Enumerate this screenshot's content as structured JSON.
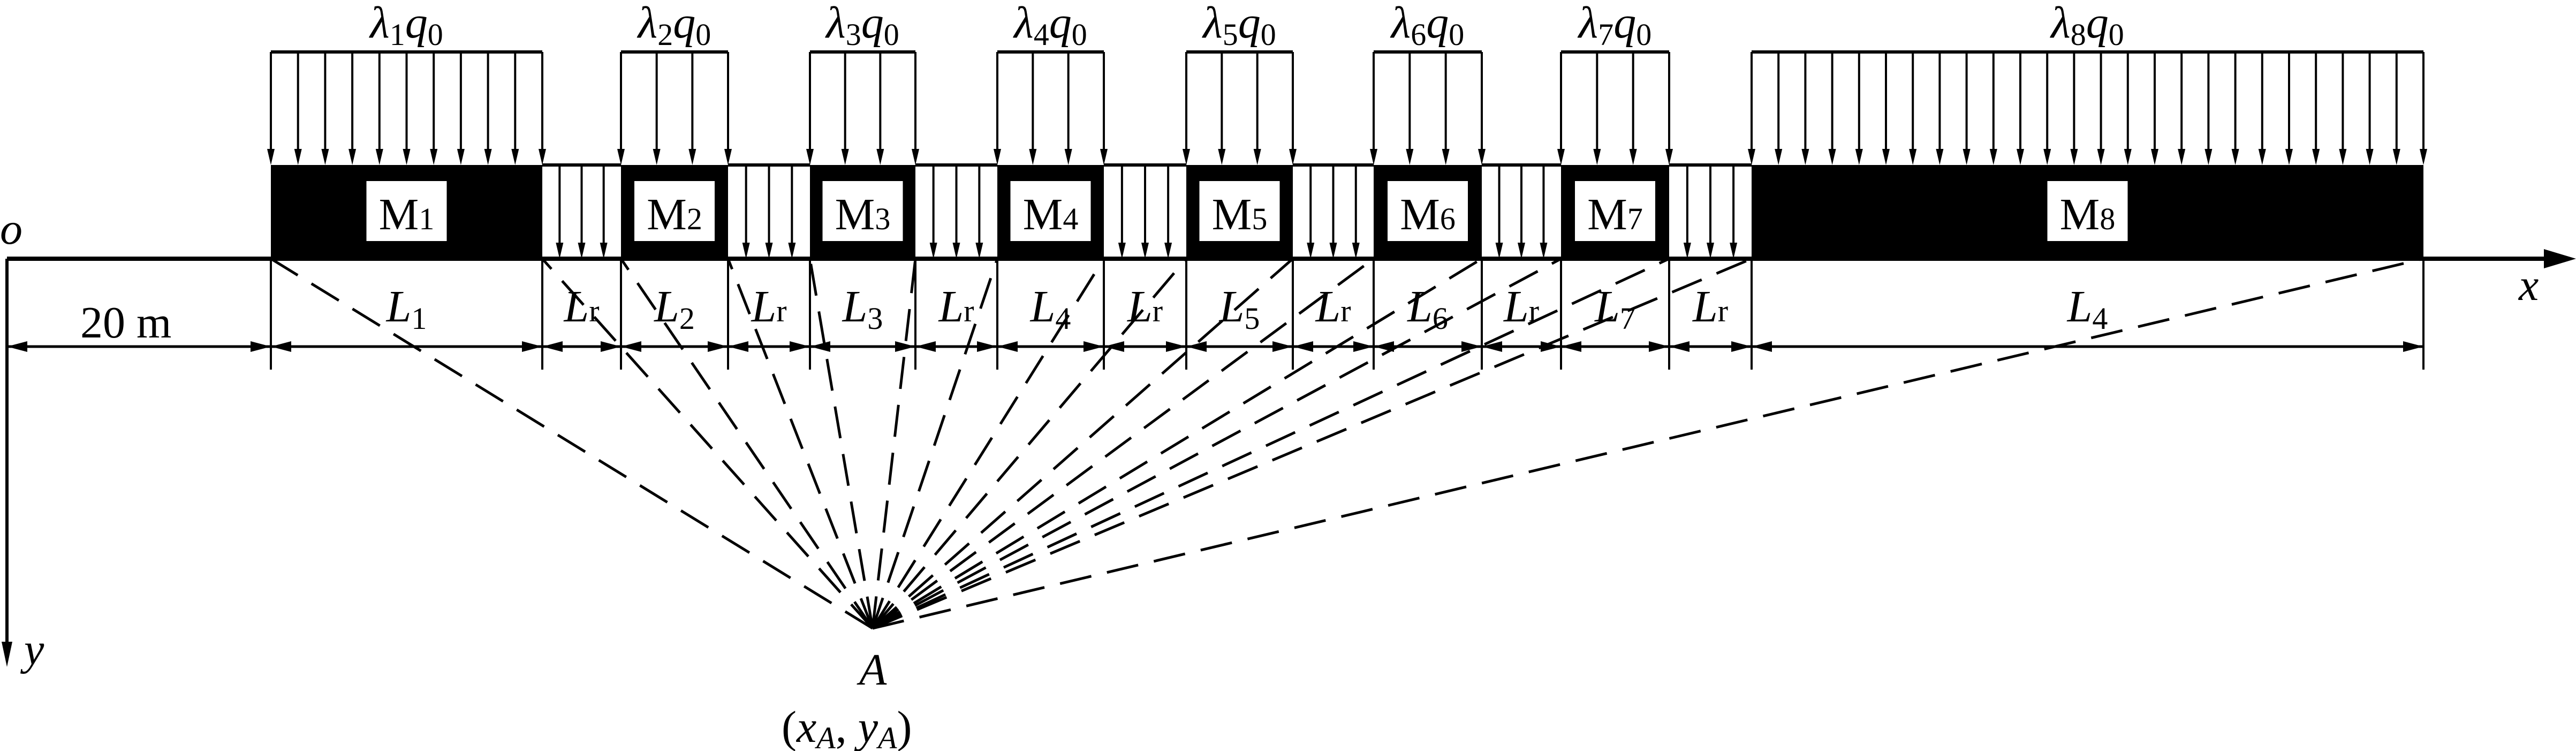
{
  "diagram": {
    "origin_label": "o",
    "x_axis_label": "x",
    "y_axis_label": "y",
    "offset_label": "20 m",
    "point": {
      "name": "A",
      "coords_label": [
        "x",
        "A",
        "y",
        "A"
      ]
    },
    "line_color": "#000000",
    "block_color": "#000000",
    "background": "#ffffff",
    "blocks": [
      {
        "name": "M",
        "index": "1",
        "load_symbol": "λ",
        "load_index": "1",
        "load_suffix": "q",
        "load_suffix_index": "0",
        "length_label": "L",
        "length_index": "1",
        "arrows": 11
      },
      {
        "name": "M",
        "index": "2",
        "load_symbol": "λ",
        "load_index": "2",
        "load_suffix": "q",
        "load_suffix_index": "0",
        "length_label": "L",
        "length_index": "2",
        "arrows": 4
      },
      {
        "name": "M",
        "index": "3",
        "load_symbol": "λ",
        "load_index": "3",
        "load_suffix": "q",
        "load_suffix_index": "0",
        "length_label": "L",
        "length_index": "3",
        "arrows": 4
      },
      {
        "name": "M",
        "index": "4",
        "load_symbol": "λ",
        "load_index": "4",
        "load_suffix": "q",
        "load_suffix_index": "0",
        "length_label": "L",
        "length_index": "4",
        "arrows": 4
      },
      {
        "name": "M",
        "index": "5",
        "load_symbol": "λ",
        "load_index": "5",
        "load_suffix": "q",
        "load_suffix_index": "0",
        "length_label": "L",
        "length_index": "5",
        "arrows": 4
      },
      {
        "name": "M",
        "index": "6",
        "load_symbol": "λ",
        "load_index": "6",
        "load_suffix": "q",
        "load_suffix_index": "0",
        "length_label": "L",
        "length_index": "6",
        "arrows": 4
      },
      {
        "name": "M",
        "index": "7",
        "load_symbol": "λ",
        "load_index": "7",
        "load_suffix": "q",
        "load_suffix_index": "0",
        "length_label": "L",
        "length_index": "7",
        "arrows": 4
      },
      {
        "name": "M",
        "index": "8",
        "load_symbol": "λ",
        "load_index": "8",
        "load_suffix": "q",
        "load_suffix_index": "0",
        "length_label": "L",
        "length_index": "4",
        "arrows": 26
      }
    ],
    "gap": {
      "length_label": "L",
      "length_index": "r",
      "arrows": 3,
      "count": 7
    }
  }
}
